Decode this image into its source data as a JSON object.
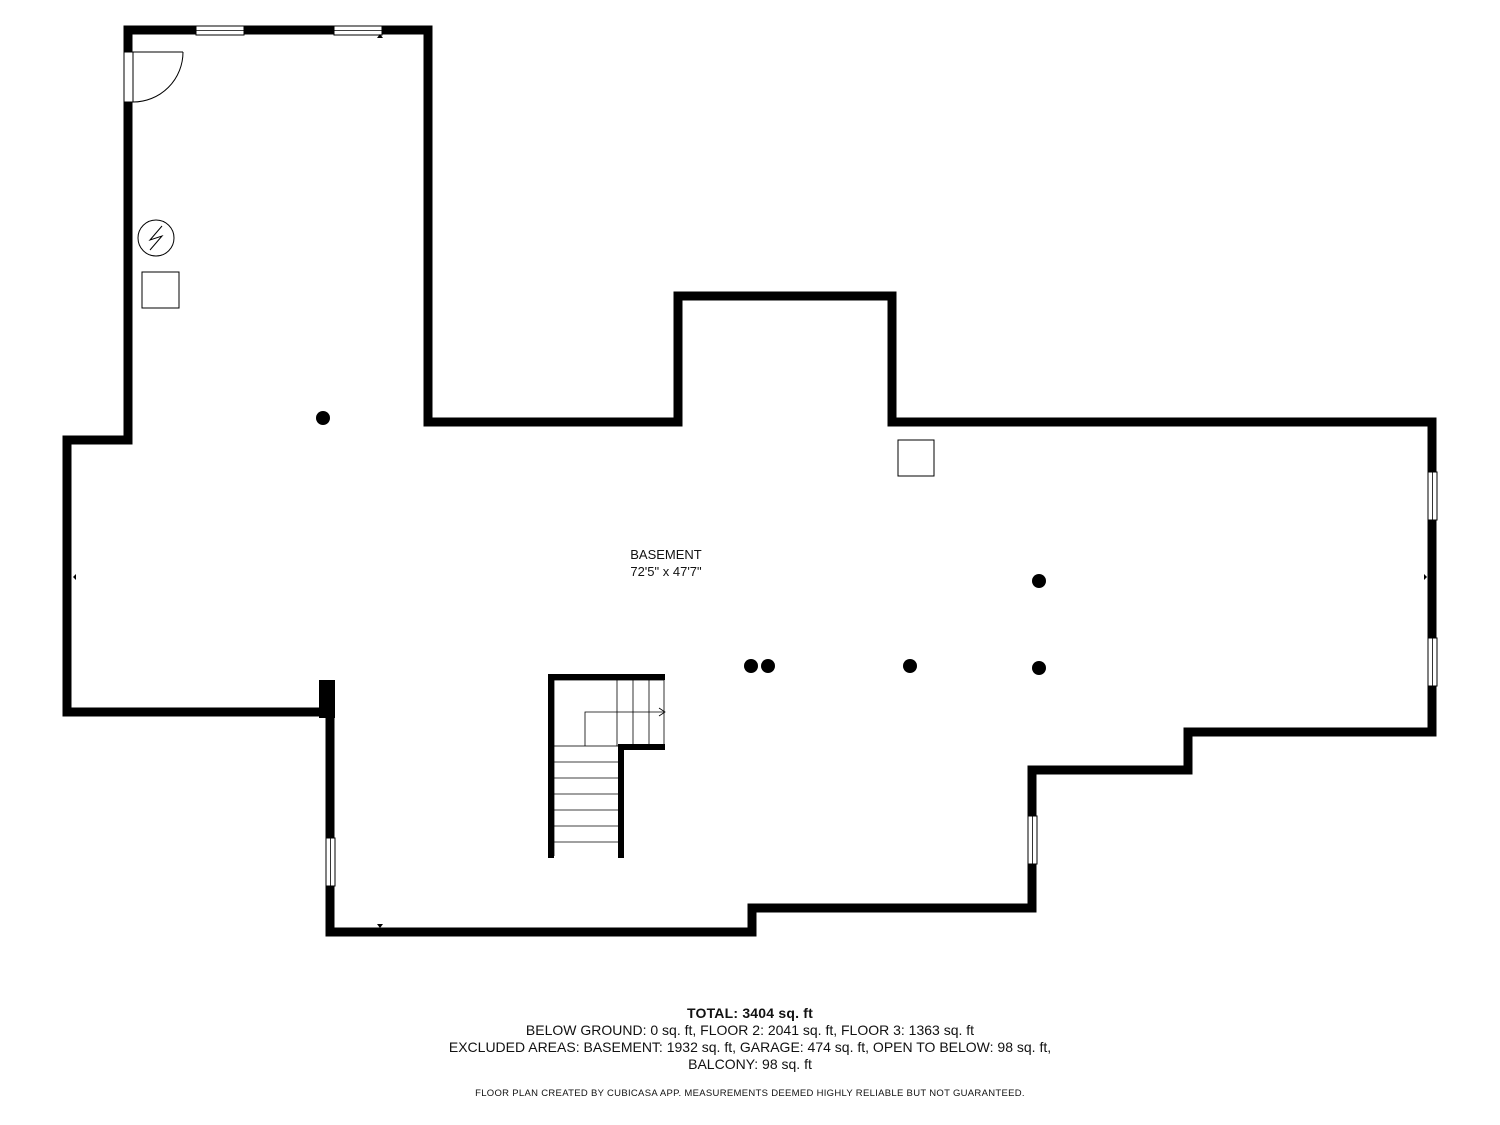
{
  "room": {
    "name": "BASEMENT",
    "dimensions": "72'5\" x 47'7\""
  },
  "summary": {
    "total": "TOTAL: 3404 sq. ft",
    "line1": "BELOW GROUND: 0 sq. ft, FLOOR 2: 2041 sq. ft, FLOOR 3: 1363 sq. ft",
    "line2": "EXCLUDED AREAS: BASEMENT: 1932 sq. ft, GARAGE: 474 sq. ft, OPEN TO BELOW: 98 sq. ft,",
    "line3": "BALCONY: 98 sq. ft"
  },
  "disclaimer": "FLOOR PLAN CREATED BY CUBICASA APP. MEASUREMENTS DEEMED HIGHLY RELIABLE BUT NOT GUARANTEED.",
  "colors": {
    "wall": "#000000",
    "background": "#ffffff"
  },
  "icons": {
    "water_heater": "water-heater-icon",
    "column": "support-column-icon",
    "stairs": "stairs-icon",
    "door": "door-swing-icon",
    "window": "window-icon"
  }
}
